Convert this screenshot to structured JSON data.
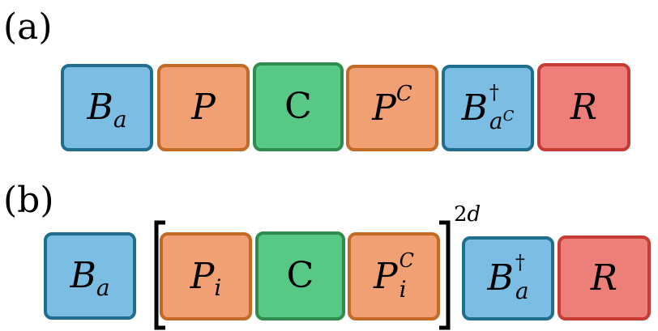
{
  "panel_a": {
    "label": "(a)",
    "boxes": [
      {
        "symbol": "B",
        "sub": "a"
      },
      {
        "symbol": "P"
      },
      {
        "symbol": "C"
      },
      {
        "symbol": "P",
        "sup": "C"
      },
      {
        "symbol": "B",
        "sup": "†",
        "sub": "a",
        "subsup": "C"
      },
      {
        "symbol": "R"
      }
    ]
  },
  "panel_b": {
    "label": "(b)",
    "boxes": [
      {
        "symbol": "B",
        "sub": "a"
      },
      {
        "symbol": "P",
        "sub": "i"
      },
      {
        "symbol": "C"
      },
      {
        "symbol": "P",
        "sup": "C",
        "sub": "i"
      },
      {
        "symbol": "B",
        "sup": "†",
        "sub": "a"
      },
      {
        "symbol": "R"
      }
    ],
    "power_num": "2",
    "power_var": "d"
  },
  "colors": {
    "blue_fill": "#7bbde3",
    "blue_border": "#1f6e8e",
    "orange_fill": "#f0a072",
    "orange_border": "#c46a27",
    "green_fill": "#58c886",
    "green_border": "#2f8c4c",
    "red_fill": "#ec7f79",
    "red_border": "#c83a34"
  }
}
